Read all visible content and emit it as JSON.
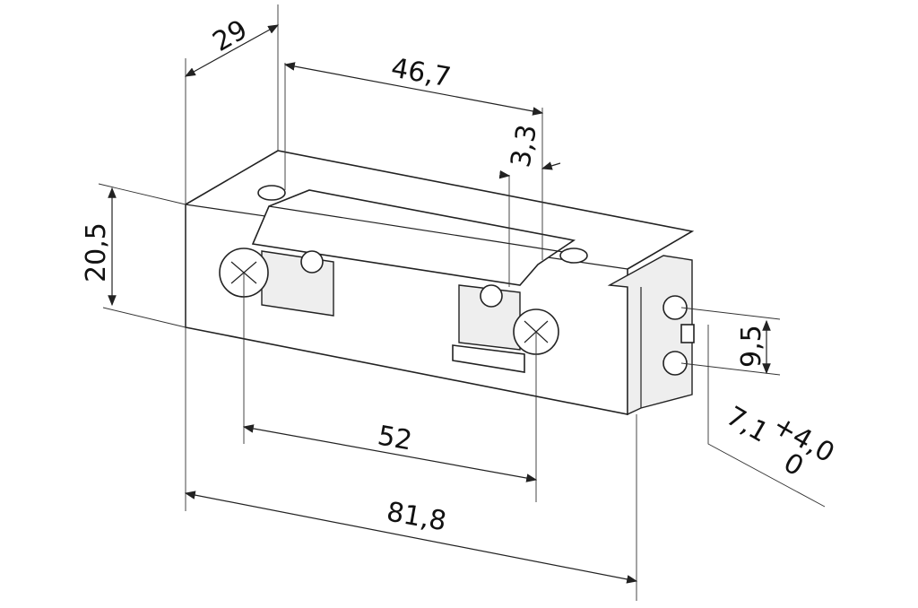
{
  "drawing": {
    "dimensions": {
      "depth": "29",
      "faceplate_length": "46,7",
      "offset": "3,3",
      "height": "20,5",
      "screw_spacing": "52",
      "total_length": "81,8",
      "terminal_spacing": "9,5",
      "adjust_nominal": "7,1",
      "adjust_tol_upper": "+4,0",
      "adjust_tol_lower": "0"
    },
    "line_color": "#222222"
  }
}
